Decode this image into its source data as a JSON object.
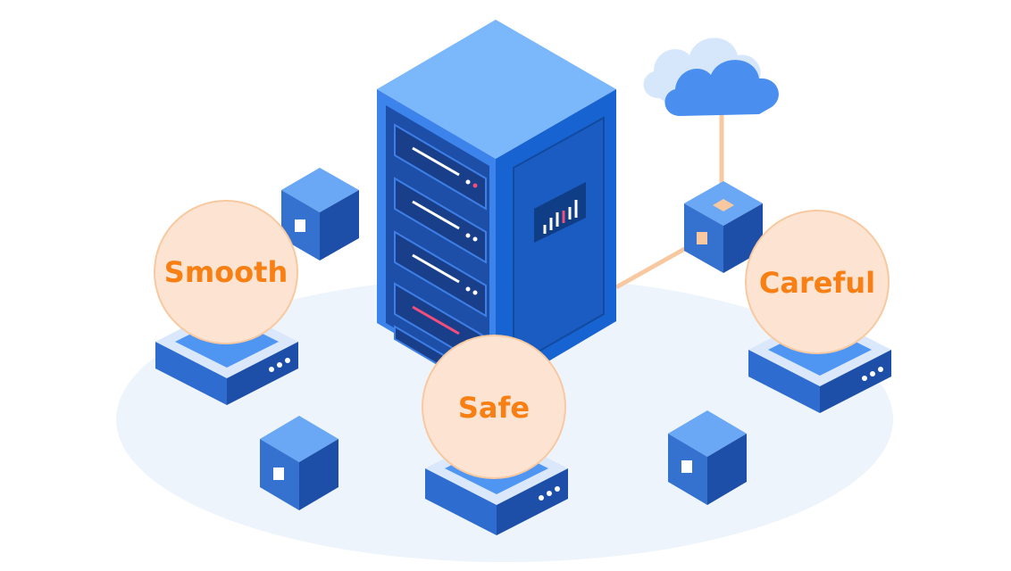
{
  "labels": {
    "smooth": "Smooth",
    "safe": "Safe",
    "careful": "Careful"
  },
  "colors": {
    "accent_text": "#f77f14",
    "bubble_fill": "#fde4d2",
    "server_blue": "#1f66d6",
    "cube_light": "#6aa8f5",
    "cube_dark": "#1d4fa8",
    "connector": "#f8c9a0",
    "floor": "#eef4fc"
  },
  "icons": [
    "server-rack-icon",
    "cloud-icon",
    "data-cube-icon",
    "platform-icon"
  ]
}
